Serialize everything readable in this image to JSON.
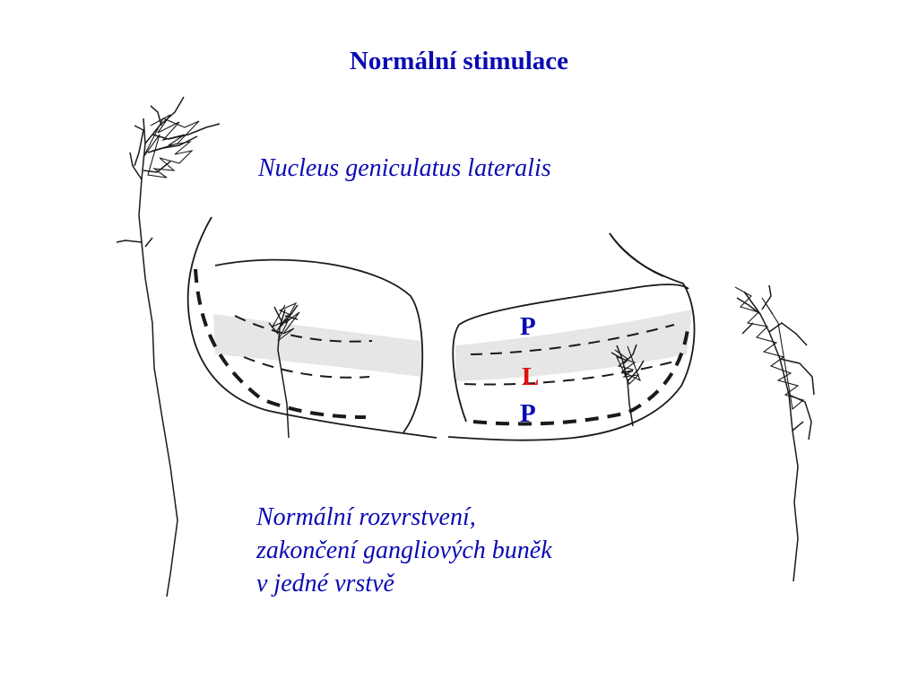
{
  "slide": {
    "title": "Normální stimulace",
    "subtitle": "Nucleus geniculatus lateralis",
    "caption_lines": [
      "Normální rozvrstvení,",
      "zakončení gangliových buněk",
      "v jedné vrstvě"
    ]
  },
  "layer_labels": [
    {
      "text": "P",
      "color": "#0a0ab4"
    },
    {
      "text": "L",
      "color": "#e01010"
    },
    {
      "text": "P",
      "color": "#0a0ab4"
    }
  ],
  "colors": {
    "text": "#0a0ab4",
    "accent": "#e01010",
    "line": "#1a1a1a",
    "band": "#e6e6e6"
  }
}
